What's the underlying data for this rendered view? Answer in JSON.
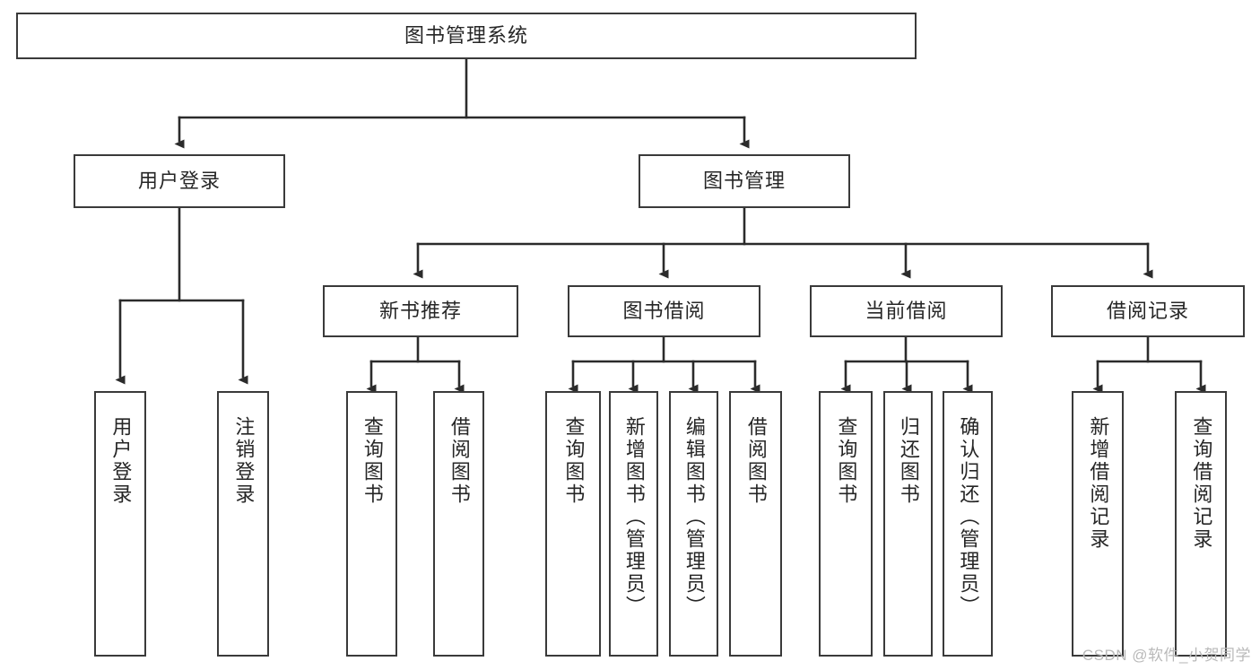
{
  "diagram": {
    "type": "tree",
    "title": "图书管理系统",
    "root": {
      "id": "root",
      "label": "图书管理系统"
    },
    "level1": [
      {
        "id": "user-login",
        "label": "用户登录"
      },
      {
        "id": "book-manage",
        "label": "图书管理"
      }
    ],
    "level2": [
      {
        "id": "new-book-rec",
        "label": "新书推荐",
        "parent": "book-manage"
      },
      {
        "id": "book-borrow",
        "label": "图书借阅",
        "parent": "book-manage"
      },
      {
        "id": "current-borrow",
        "label": "当前借阅",
        "parent": "book-manage"
      },
      {
        "id": "borrow-record",
        "label": "借阅记录",
        "parent": "book-manage"
      }
    ],
    "leaves": [
      {
        "id": "leaf-user-login",
        "label": "用户登录",
        "parent": "user-login"
      },
      {
        "id": "leaf-logout",
        "label": "注销登录",
        "parent": "user-login"
      },
      {
        "id": "leaf-query-book-1",
        "label": "查询图书",
        "parent": "new-book-rec"
      },
      {
        "id": "leaf-borrow-book-1",
        "label": "借阅图书",
        "parent": "new-book-rec"
      },
      {
        "id": "leaf-query-book-2",
        "label": "查询图书",
        "parent": "book-borrow"
      },
      {
        "id": "leaf-add-book",
        "label": "新增图书（管理员）",
        "parent": "book-borrow"
      },
      {
        "id": "leaf-edit-book",
        "label": "编辑图书（管理员）",
        "parent": "book-borrow"
      },
      {
        "id": "leaf-borrow-book-2",
        "label": "借阅图书",
        "parent": "book-borrow"
      },
      {
        "id": "leaf-query-book-3",
        "label": "查询图书",
        "parent": "current-borrow"
      },
      {
        "id": "leaf-return-book",
        "label": "归还图书",
        "parent": "current-borrow"
      },
      {
        "id": "leaf-confirm-return",
        "label": "确认归还（管理员）",
        "parent": "current-borrow"
      },
      {
        "id": "leaf-add-record",
        "label": "新增借阅记录",
        "parent": "borrow-record"
      },
      {
        "id": "leaf-query-record",
        "label": "查询借阅记录",
        "parent": "borrow-record"
      }
    ],
    "colors": {
      "stroke": "#3a3a3a",
      "fill": "#ffffff",
      "text": "#262626",
      "watermark": "#b9b9b9"
    }
  },
  "watermark": {
    "text": "CSDN @软件_小贺同学"
  }
}
